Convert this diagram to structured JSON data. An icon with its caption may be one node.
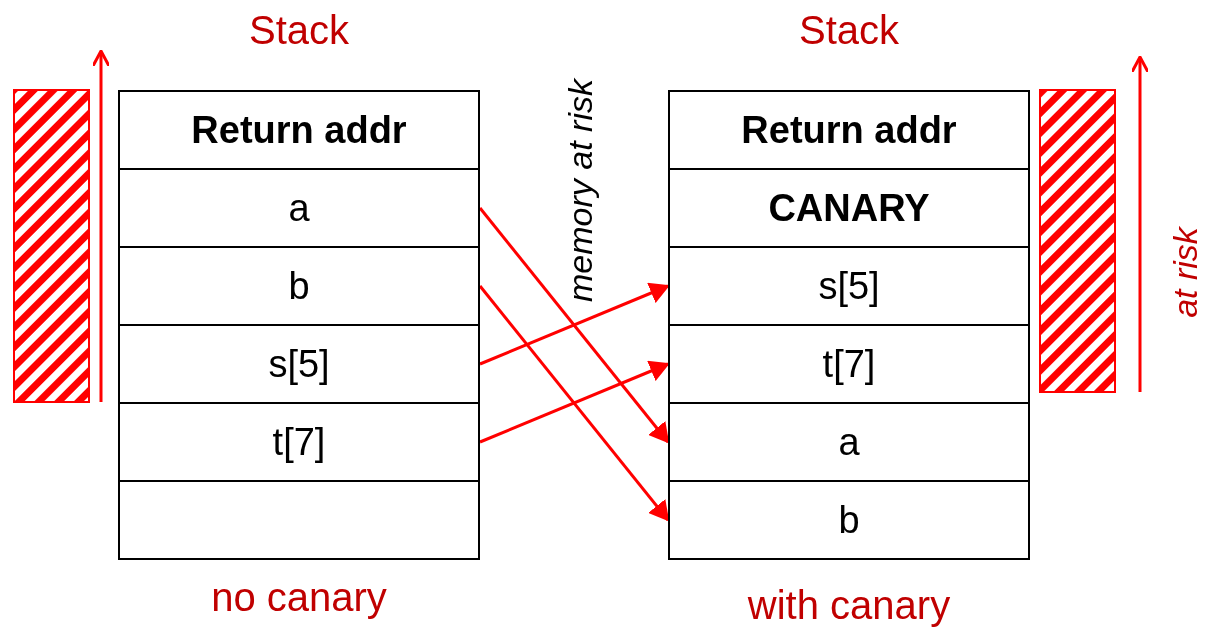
{
  "diagram": {
    "nodes": [
      {
        "text": [
          "Stack"
        ],
        "beside": [
          "no canary"
        ]
      },
      {
        "text": [
          "Return addr"
        ],
        "in": 0
      },
      {
        "text": [
          "a"
        ],
        "in": 0
      },
      {
        "text": [
          "b"
        ],
        "in": 0
      },
      {
        "text": [
          "s[5]"
        ],
        "in": 0
      },
      {
        "text": [
          "t[7]"
        ],
        "in": 0
      },
      {
        "text": [],
        "shape": "box",
        "in": 0
      },
      {
        "text": [
          "Stack"
        ],
        "beside": [
          "with canary"
        ]
      },
      {
        "text": [
          "Return addr"
        ],
        "in": 7
      },
      {
        "text": [
          "CANARY"
        ],
        "in": 7
      },
      {
        "text": [
          "s[5]"
        ],
        "in": 7
      },
      {
        "text": [
          "t[7]"
        ],
        "in": 7
      },
      {
        "text": [
          "a"
        ],
        "in": 7
      },
      {
        "text": [
          "b"
        ],
        "in": 7
      },
      {
        "text": [],
        "shape": "bar"
      },
      {
        "text": [],
        "shape": "bar"
      }
    ],
    "edges": [
      {
        "from": 2,
        "to": 12,
        "arrow": "to"
      },
      {
        "from": 3,
        "to": 13,
        "arrow": "to"
      },
      {
        "from": 4,
        "to": 10,
        "arrow": "to"
      },
      {
        "from": 5,
        "to": 11,
        "arrow": "to"
      }
    ],
    "labels": [
      "memory at risk",
      "at risk"
    ]
  }
}
